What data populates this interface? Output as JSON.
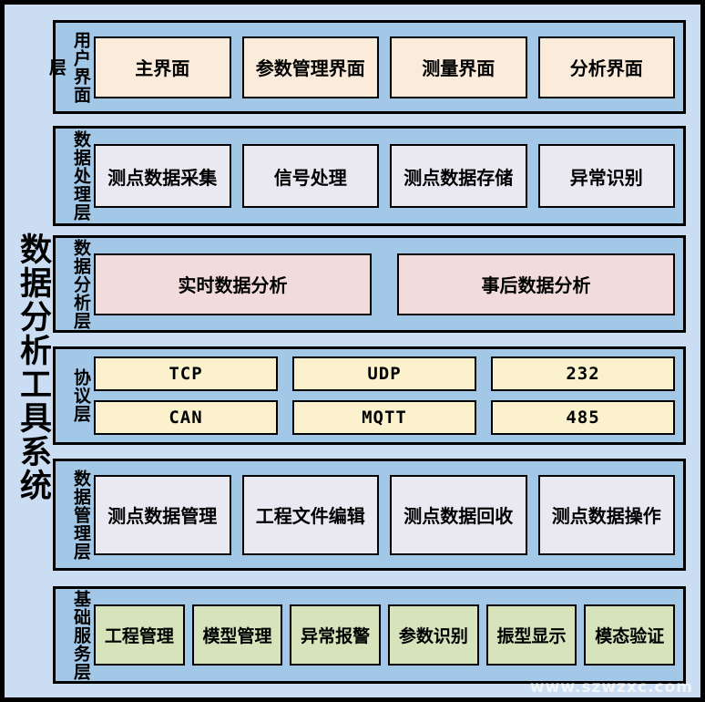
{
  "title": "数据分析工具系统",
  "watermark": "www.szwzxc.com",
  "colors": {
    "background": "#CBDDF2",
    "layer_band": "#A2C7E7",
    "border": "#000000",
    "ui_box": "#FAEBDA",
    "processing_box": "#EAE8F1",
    "analysis_box": "#F2DCDB",
    "protocol_box": "#FBF2CD",
    "management_box": "#EAE8F1",
    "service_box": "#D7E4BB"
  },
  "layers": [
    {
      "id": "user-interface",
      "label": "用户界面层",
      "boxes": [
        "主界面",
        "参数管理界面",
        "测量界面",
        "分析界面"
      ]
    },
    {
      "id": "data-processing",
      "label": "数据处理层",
      "boxes": [
        "测点数据采集",
        "信号处理",
        "测点数据存储",
        "异常识别"
      ]
    },
    {
      "id": "data-analysis",
      "label": "数据分析层",
      "boxes": [
        "实时数据分析",
        "事后数据分析"
      ]
    },
    {
      "id": "protocol",
      "label": "协议层",
      "rows": [
        [
          "TCP",
          "UDP",
          "232"
        ],
        [
          "CAN",
          "MQTT",
          "485"
        ]
      ]
    },
    {
      "id": "data-management",
      "label": "数据管理层",
      "boxes": [
        "测点数据管理",
        "工程文件编辑",
        "测点数据回收",
        "测点数据操作"
      ]
    },
    {
      "id": "basic-services",
      "label": "基础服务层",
      "boxes": [
        "工程管理",
        "模型管理",
        "异常报警",
        "参数识别",
        "振型显示",
        "模态验证"
      ]
    }
  ]
}
